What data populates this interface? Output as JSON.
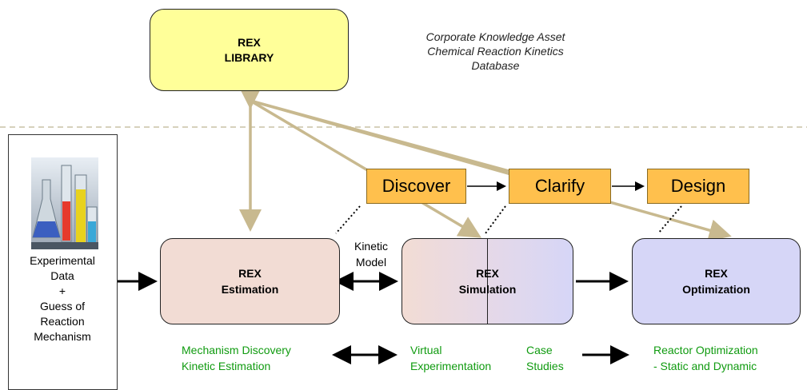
{
  "library": {
    "line1": "REX",
    "line2": "LIBRARY"
  },
  "caption": {
    "line1": "Corporate Knowledge Asset",
    "line2": "Chemical Reaction Kinetics",
    "line3": "Database"
  },
  "left_panel": {
    "image": "lab-beakers-photo",
    "lines": [
      "Experimental",
      "Data",
      "+",
      "Guess of",
      "Reaction",
      "Mechanism"
    ]
  },
  "steps": [
    "Discover",
    "Clarify",
    "Design"
  ],
  "kinetic_model": {
    "line1": "Kinetic",
    "line2": "Model"
  },
  "rex_boxes": {
    "estimation": {
      "line1": "REX",
      "line2": "Estimation"
    },
    "simulation": {
      "line1": "REX",
      "line2": "Simulation"
    },
    "optimization": {
      "line1": "REX",
      "line2": "Optimization"
    }
  },
  "bottom": {
    "estimation": {
      "line1": "Mechanism Discovery",
      "line2": "Kinetic Estimation"
    },
    "virtual": {
      "line1": "Virtual",
      "line2": "Experimentation"
    },
    "case": {
      "line1": "Case",
      "line2": "Studies"
    },
    "reactor": {
      "line1": "Reactor Optimization",
      "line2": "- Static and Dynamic"
    }
  },
  "colors": {
    "library_fill": "#ffff99",
    "step_fill": "#ffc04d",
    "estimation_fill": "#f2dcd4",
    "optimization_fill": "#d6d6f7",
    "connector_tan": "#c8b98f",
    "label_green": "#109b10",
    "dashed_divider": "#c8c2a6"
  }
}
